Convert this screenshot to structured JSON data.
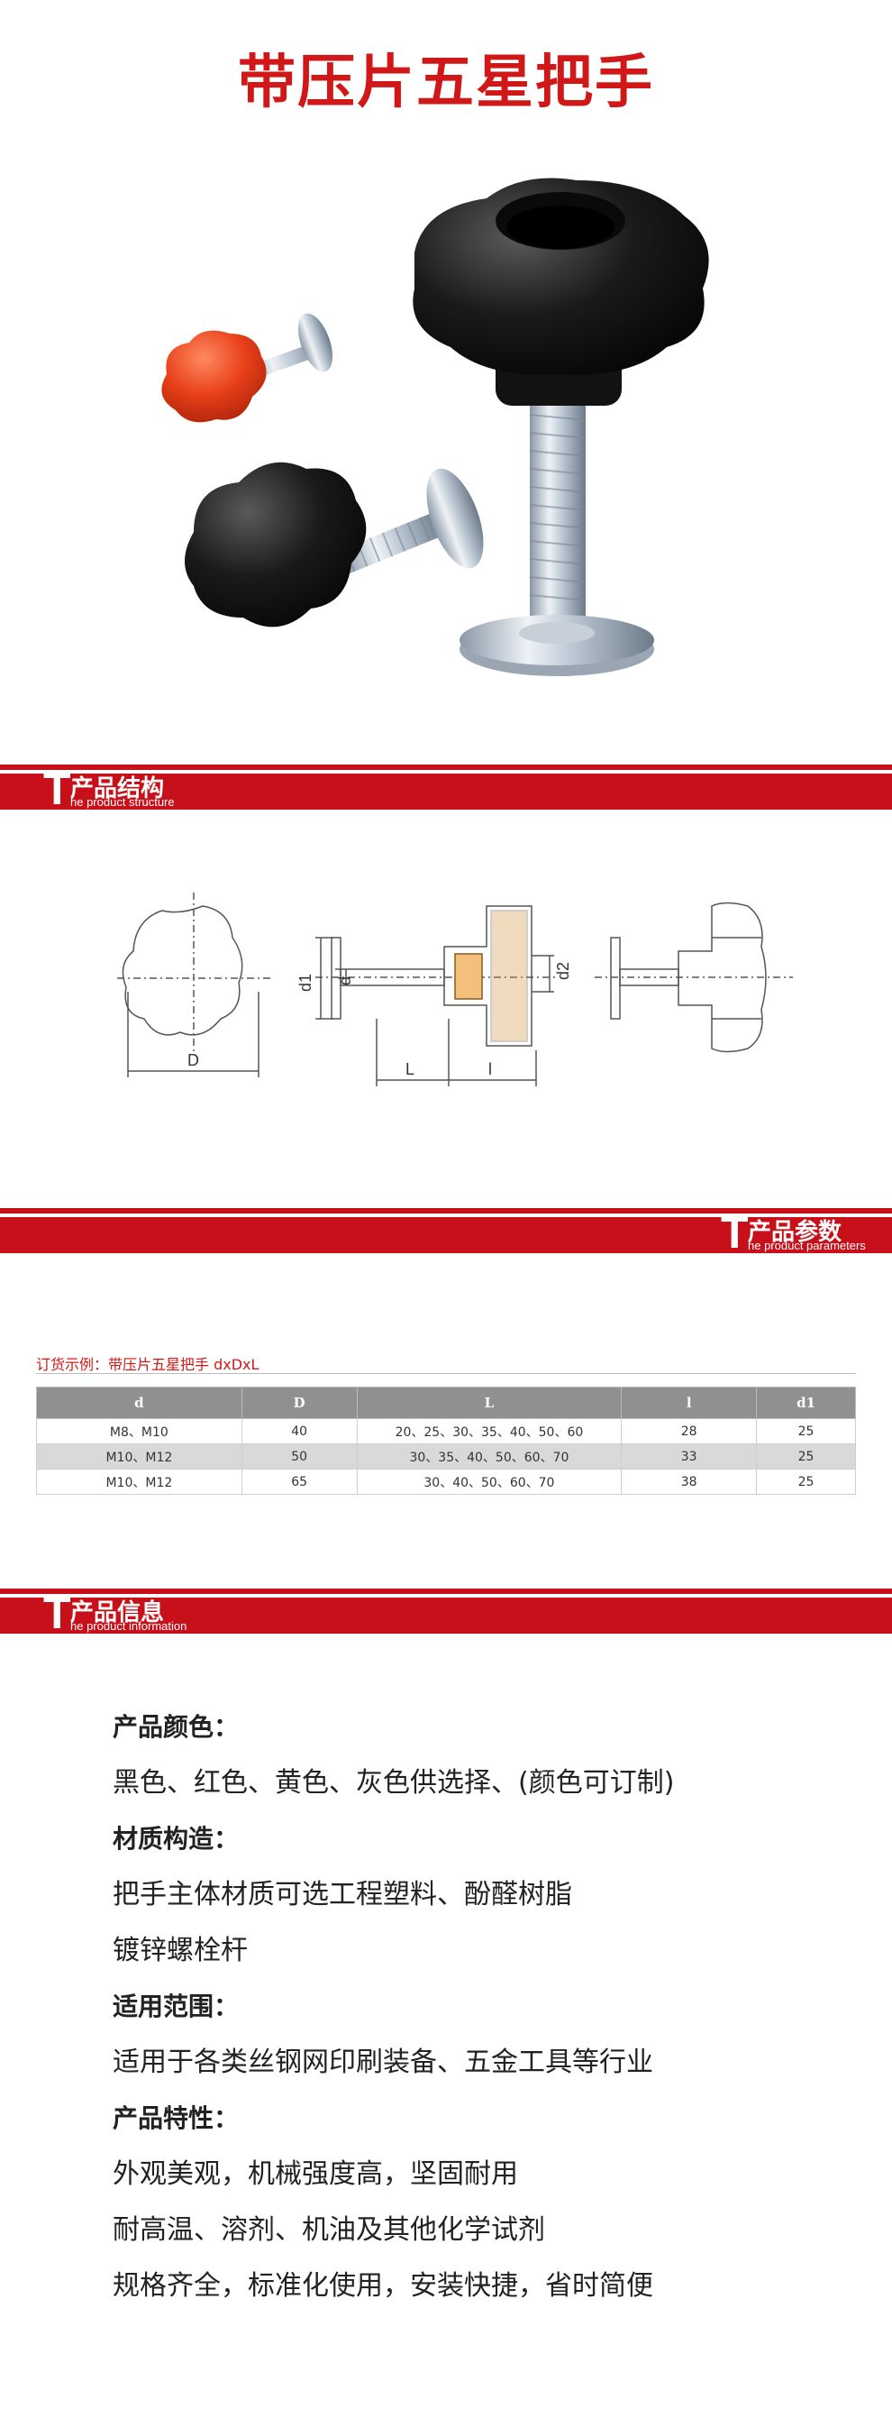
{
  "title": "带压片五星把手",
  "colors": {
    "brand_red": "#c8101a",
    "title_red": "#d01818",
    "table_header": "#909090"
  },
  "product_images": [
    "black-star-knob-large",
    "red-star-knob-small",
    "black-star-knob-medium"
  ],
  "sections": {
    "structure": {
      "cn": "产品结构",
      "t": "T",
      "en": "he product structure"
    },
    "parameters": {
      "cn": "产品参数",
      "t": "T",
      "en": "he product parameters"
    },
    "info": {
      "cn": "产品信息",
      "t": "T",
      "en": "he product information"
    }
  },
  "drawing_labels": {
    "D": "D",
    "d1": "d1",
    "d": "d",
    "d2": "d2",
    "L": "L",
    "l": "l"
  },
  "order_example": "订货示例：带压片五星把手  dxDxL",
  "table": {
    "headers": [
      "d",
      "D",
      "L",
      "l",
      "d1"
    ],
    "rows": [
      [
        "M8、M10",
        "40",
        "20、25、30、35、40、50、60",
        "28",
        "25"
      ],
      [
        "M10、M12",
        "50",
        "30、35、40、50、60、70",
        "33",
        "25"
      ],
      [
        "M10、M12",
        "65",
        "30、40、50、60、70",
        "38",
        "25"
      ]
    ]
  },
  "info": {
    "color_heading": "产品颜色：",
    "color_text": "黑色、红色、黄色、灰色供选择、(颜色可订制)",
    "material_heading": "材质构造：",
    "material_line1": "把手主体材质可选工程塑料、酚醛树脂",
    "material_line2": "镀锌螺栓杆",
    "scope_heading": "适用范围：",
    "scope_text": "适用于各类丝钢网印刷装备、五金工具等行业",
    "feature_heading": "产品特性：",
    "feature_line1": "外观美观，机械强度高，坚固耐用",
    "feature_line2": "耐高温、溶剂、机油及其他化学试剂",
    "feature_line3": "规格齐全，标准化使用，安装快捷，省时简便"
  }
}
